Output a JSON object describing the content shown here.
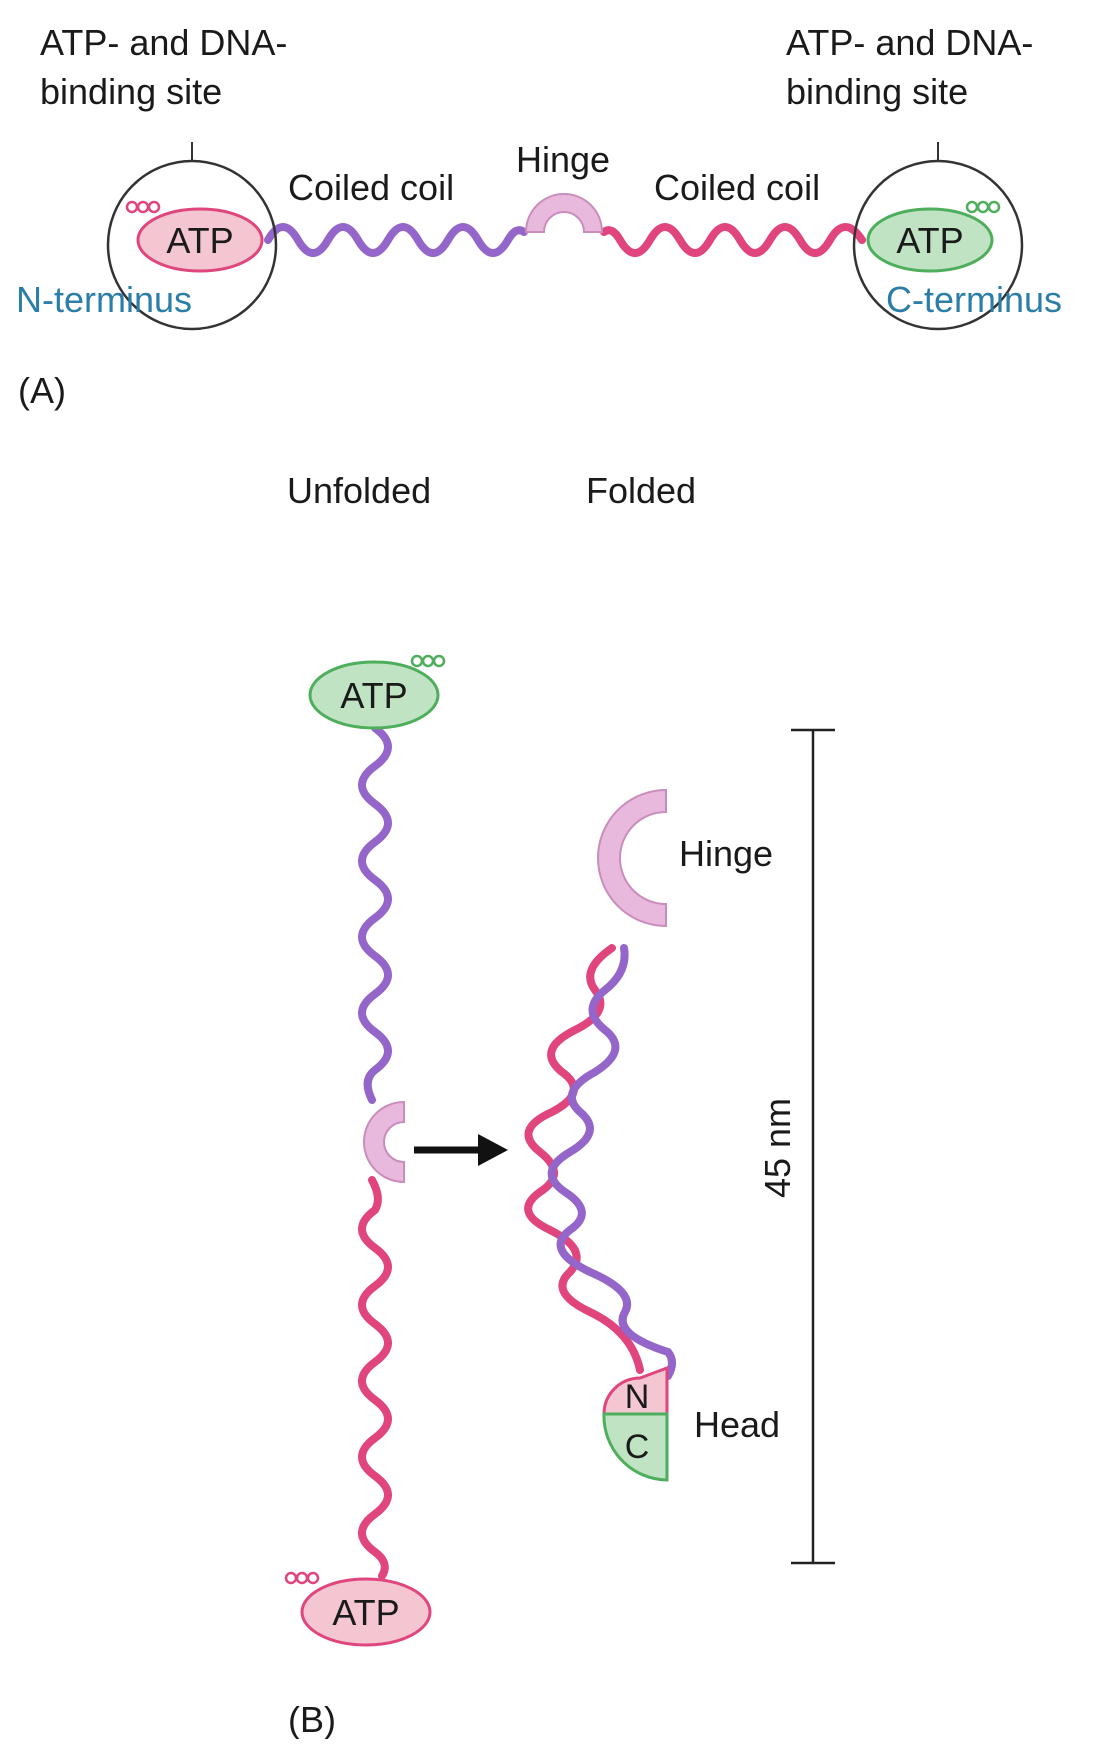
{
  "panel_a": {
    "left_site_label": [
      "ATP- and DNA-",
      "binding site"
    ],
    "right_site_label": [
      "ATP- and DNA-",
      "binding site"
    ],
    "coiled_coil_left": "Coiled coil",
    "coiled_coil_right": "Coiled coil",
    "hinge": "Hinge",
    "atp_left": "ATP",
    "atp_right": "ATP",
    "n_terminus": "N-terminus",
    "c_terminus": "C-terminus",
    "panel_label": "(A)"
  },
  "panel_b": {
    "unfolded": "Unfolded",
    "folded": "Folded",
    "atp_top": "ATP",
    "atp_bottom": "ATP",
    "hinge": "Hinge",
    "head": "Head",
    "head_n": "N",
    "head_c": "C",
    "scale": "45 nm",
    "panel_label": "(B)"
  },
  "colors": {
    "pink": "#e0457e",
    "pink_fill": "#f3c6d2",
    "purple": "#9466c9",
    "green_fill": "#bfe3c3",
    "green": "#4fae5c",
    "hinge_fill": "#e9b8dd",
    "blue_text": "#2a7ea8",
    "text": "#1a1a1a"
  }
}
